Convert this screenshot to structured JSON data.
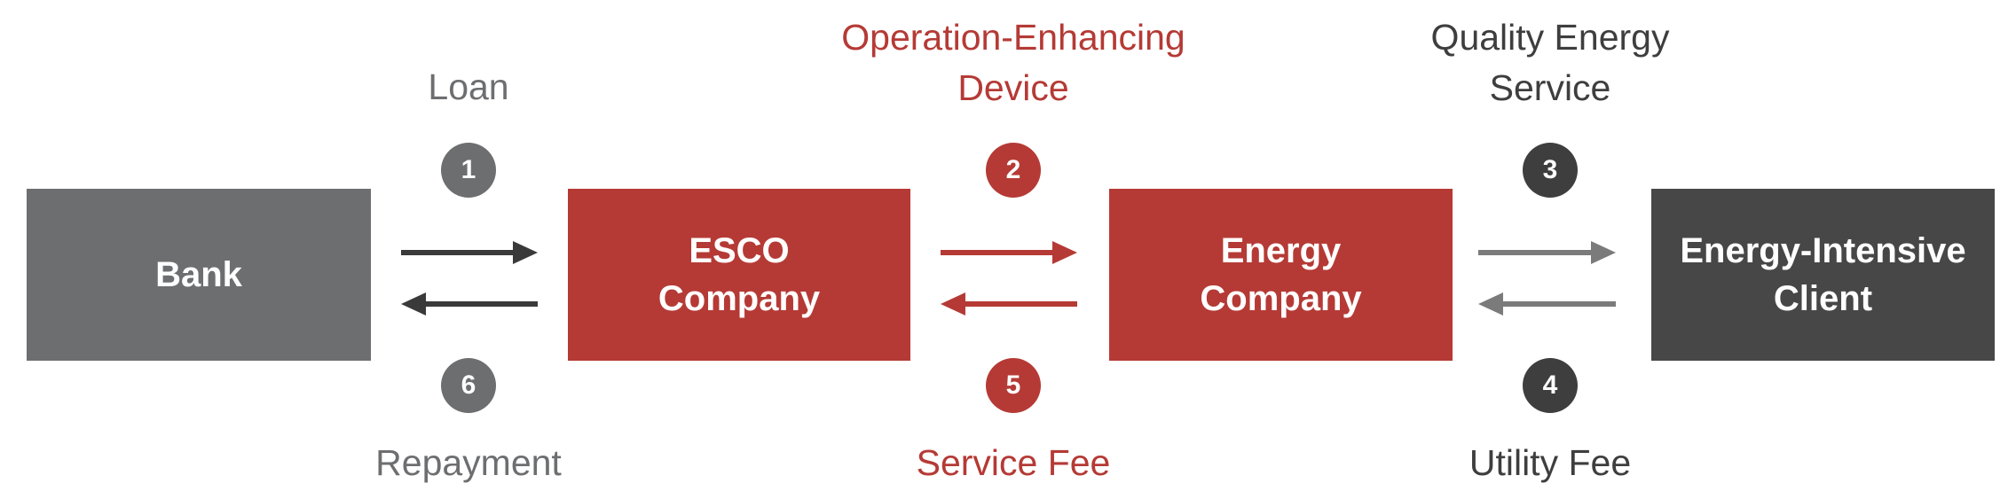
{
  "nodes": {
    "bank": {
      "lines": [
        "Bank"
      ]
    },
    "esco": {
      "lines": [
        "ESCO",
        "Company"
      ]
    },
    "energy": {
      "lines": [
        "Energy",
        "Company"
      ]
    },
    "client": {
      "lines": [
        "Energy-Intensive",
        "Client"
      ]
    }
  },
  "flows": {
    "loan": {
      "number": "1",
      "lines": [
        "Loan"
      ]
    },
    "device": {
      "number": "2",
      "lines": [
        "Operation-Enhancing",
        "Device"
      ]
    },
    "service": {
      "number": "3",
      "lines": [
        "Quality Energy",
        "Service"
      ]
    },
    "utility_fee": {
      "number": "4",
      "lines": [
        "Utility Fee"
      ]
    },
    "service_fee": {
      "number": "5",
      "lines": [
        "Service Fee"
      ]
    },
    "repayment": {
      "number": "6",
      "lines": [
        "Repayment"
      ]
    }
  },
  "colors": {
    "gray": "#6d6e70",
    "red": "#b53a35",
    "dark": "#3e3e3e",
    "arrow_dark": "#3a3a3a",
    "arrow_light": "#7b7b7b"
  }
}
